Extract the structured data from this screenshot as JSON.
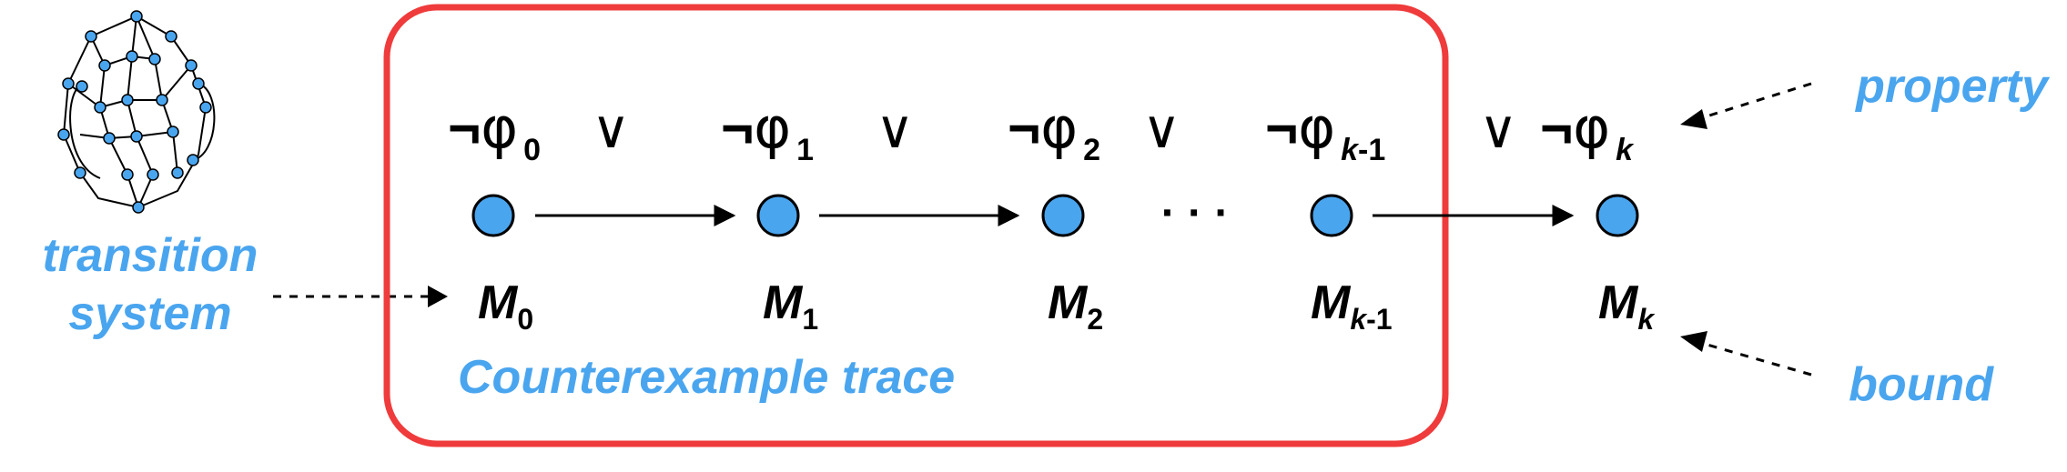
{
  "labels": {
    "transition_system_line1": "transition",
    "transition_system_line2": "system",
    "property": "property",
    "bound": "bound",
    "counterexample_trace": "Counterexample trace"
  },
  "neg_symbol": "¬",
  "phi_symbol": "φ",
  "or_symbol": "∨",
  "ellipsis": "· · ·",
  "states": [
    {
      "name": "M",
      "sub": "0",
      "phi_sub": "0"
    },
    {
      "name": "M",
      "sub": "1",
      "phi_sub": "1"
    },
    {
      "name": "M",
      "sub": "2",
      "phi_sub": "2"
    },
    {
      "name": "M",
      "sub_italic": "k",
      "sub": "-1",
      "phi_sub_italic": "k",
      "phi_sub": "-1"
    },
    {
      "name": "M",
      "sub_italic": "k",
      "sub": "",
      "phi_sub_italic": "k",
      "phi_sub": ""
    }
  ],
  "colors": {
    "accent_blue": "#4aa5ef",
    "trace_box_red": "#ef3b3b",
    "node_fill": "#4aa5ef",
    "edge": "#000000"
  }
}
